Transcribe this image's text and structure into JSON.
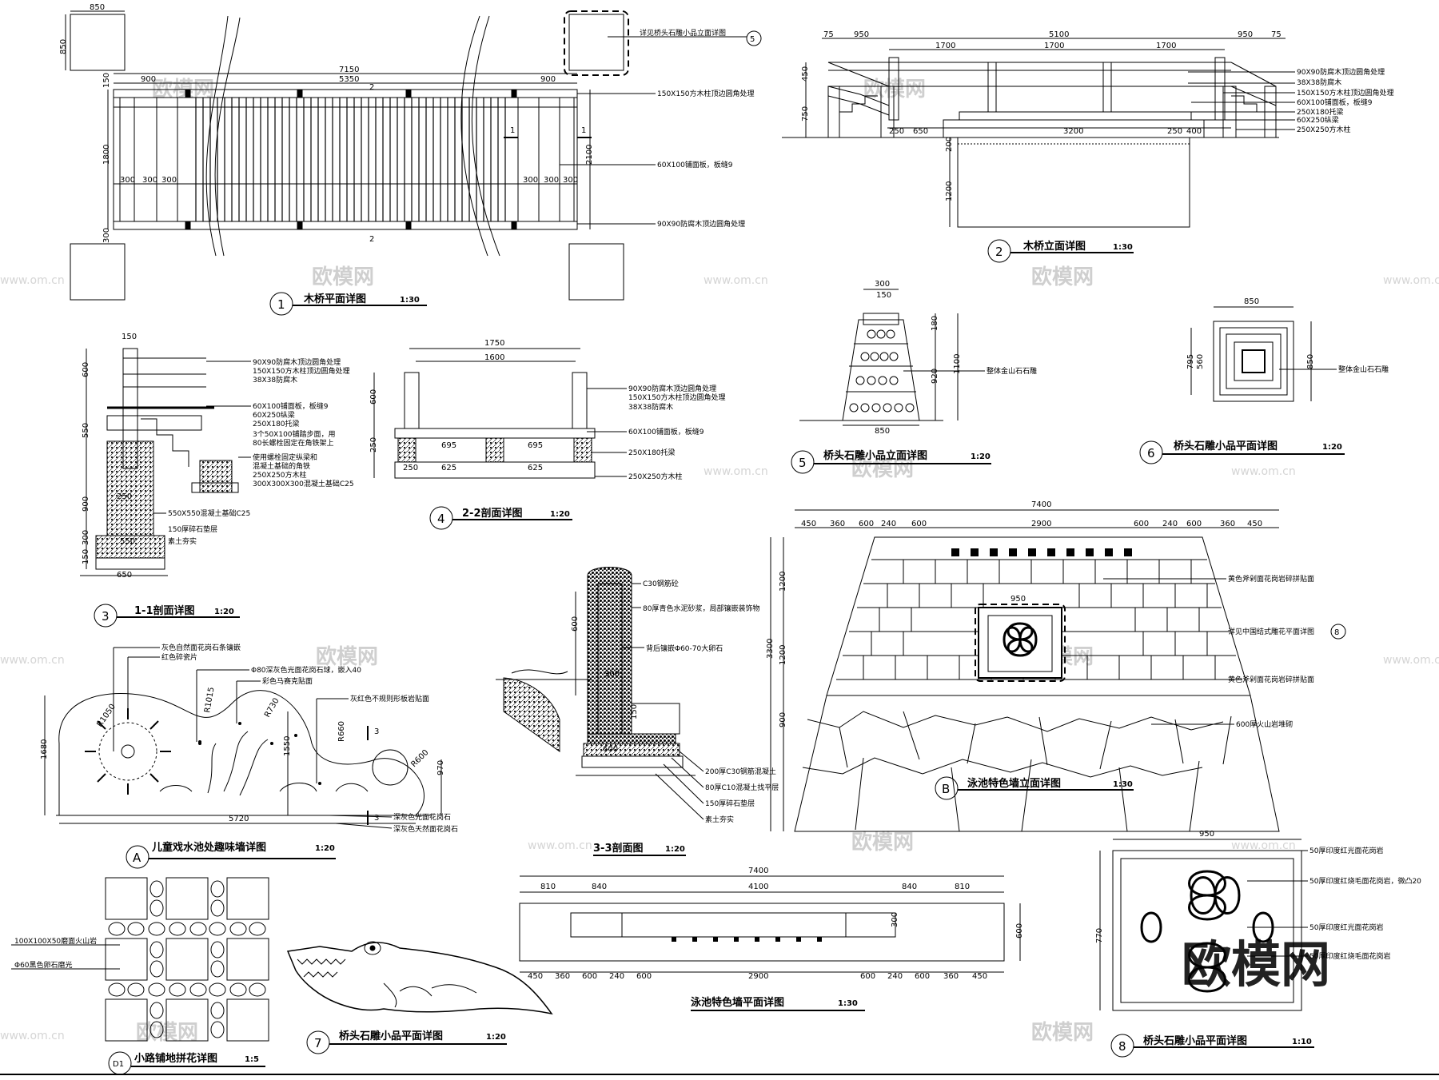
{
  "drawing": {
    "titles": {
      "t1": {
        "num": "1",
        "name": "木桥平面详图",
        "scale": "1:30"
      },
      "t2": {
        "num": "2",
        "name": "木桥立面详图",
        "scale": "1:30"
      },
      "t3": {
        "num": "3",
        "name": "1-1剖面详图",
        "scale": "1:20"
      },
      "t4": {
        "num": "4",
        "name": "2-2剖面详图",
        "scale": "1:20"
      },
      "t5": {
        "num": "5",
        "name": "桥头石雕小品立面详图",
        "scale": "1:20"
      },
      "t6": {
        "num": "6",
        "name": "桥头石雕小品平面详图",
        "scale": "1:20"
      },
      "t7": {
        "num": "7",
        "name": "桥头石雕小品平面详图",
        "scale": "1:20"
      },
      "t8": {
        "num": "8",
        "name": "桥头石雕小品平面详图",
        "scale": "1:10"
      },
      "tA": {
        "num": "A",
        "name": "儿童戏水池处趣味墙详图",
        "scale": "1:20"
      },
      "tB": {
        "num": "B",
        "name": "泳池特色墙立面详图",
        "scale": "1:30"
      },
      "t33": {
        "name": "3-3剖面图",
        "scale": "1:20"
      },
      "tWall": {
        "name": "泳池特色墙平面详图",
        "scale": "1:30"
      },
      "tD1": {
        "num": "D1",
        "name": "小路铺地拼花详图",
        "scale": "1:5"
      }
    },
    "plan1": {
      "dims": {
        "top850": "850",
        "side850": "850",
        "d7150": "7150",
        "d5350": "5350",
        "d900a": "900",
        "d900b": "900",
        "d1800": "1800",
        "d2100": "2100",
        "d150": "150",
        "d300": "300",
        "s300": "300",
        "sec2": "2",
        "sec1": "1",
        "callout": "5"
      },
      "notes": [
        "详见桥头石雕小品立面详图",
        "150X150方木柱顶边圆角处理",
        "60X100铺面板，板缝9",
        "90X90防腐木顶边圆角处理"
      ]
    },
    "elev2": {
      "dims": {
        "d75a": "75",
        "d950a": "950",
        "d5100": "5100",
        "d950b": "950",
        "d75b": "75",
        "d1700a": "1700",
        "d1700b": "1700",
        "d1700c": "1700",
        "d450": "450",
        "d750": "750",
        "d250a": "250",
        "d650": "650",
        "d3200": "3200",
        "d250b": "250",
        "d400": "400",
        "d200": "200",
        "d1200": "1200"
      },
      "notes": [
        "90X90防腐木顶边圆角处理",
        "38X38防腐木",
        "150X150方木柱顶边圆角处理",
        "60X100铺面板，板缝9",
        "250X180托梁",
        "60X250纵梁",
        "250X250方木柱"
      ]
    },
    "sec3": {
      "dims": {
        "d150": "150",
        "d600": "600",
        "d550": "550",
        "d900": "900",
        "d300": "300",
        "d150b": "150",
        "d550b": "550",
        "d650": "650",
        "d250": "250"
      },
      "notes": [
        "90X90防腐木顶边圆角处理",
        "150X150方木柱顶边圆角处理",
        "38X38防腐木",
        "60X100铺面板，板缝9",
        "60X250纵梁",
        "250X180托梁",
        "3个50X100铺踏步面，用",
        "80长螺栓固定在角铁架上",
        "使用螺栓固定纵梁和",
        "混凝土基础的角铁",
        "250X250方木柱",
        "300X300X300混凝土基础C25",
        "550X550混凝土基础C25",
        "150厚碎石垫层",
        "素土夯实"
      ]
    },
    "sec4": {
      "dims": {
        "d1750": "1750",
        "d1600": "1600",
        "d600": "600",
        "d250": "250",
        "d695a": "695",
        "d695b": "695",
        "d625a": "625",
        "d625b": "625",
        "d250b": "250"
      },
      "notes": [
        "90X90防腐木顶边圆角处理",
        "150X150方木柱顶边圆角处理",
        "38X38防腐木",
        "60X100铺面板，板缝9",
        "250X180托梁",
        "250X250方木柱"
      ]
    },
    "elev5": {
      "dims": {
        "d300": "300",
        "d150": "150",
        "d180": "180",
        "d920": "920",
        "d1100": "1100",
        "d850": "850"
      },
      "notes": [
        "整体金山石石雕"
      ]
    },
    "plan6": {
      "dims": {
        "d850": "850",
        "d850v": "850",
        "d795": "795",
        "d560": "560"
      },
      "notes": [
        "整体金山石石雕"
      ]
    },
    "wallA": {
      "dims": {
        "d1680": "1680",
        "d5720": "5720",
        "d970": "970",
        "d1550": "1550",
        "r1050": "R1050",
        "r1015": "R1015",
        "r730": "R730",
        "r660": "R660",
        "r600": "R600",
        "sec3": "3"
      },
      "notes": [
        "灰色自然面花岗石条镶嵌",
        "红色碎瓷片",
        "Φ80深灰色光面花岗石球，嵌入40",
        "彩色马赛克贴面",
        "灰红色不规则形板岩贴面",
        "深灰色光面花岗石",
        "深灰色天然面花岗石"
      ]
    },
    "sec33": {
      "dims": {
        "d600": "600",
        "d300": "300",
        "d150": "150"
      },
      "notes": [
        "C30钢筋砼",
        "80厚青色水泥砂浆，局部镶嵌装饰物",
        "背后镶嵌Φ60-70大卵石",
        "200厚C30钢筋混凝土",
        "80厚C10混凝土找平层",
        "150厚碎石垫层",
        "素土夯实"
      ]
    },
    "wallB": {
      "dims": {
        "d7400": "7400",
        "d2900": "2900",
        "d1200a": "1200",
        "d1200b": "1200",
        "d3300": "3300",
        "d900": "900",
        "d950": "950",
        "d450": "450",
        "d360": "360",
        "d600": "600",
        "d240": "240",
        "callout": "8"
      },
      "notes": [
        "黄色斧剁面花岗岩碎拼贴面",
        "详见中国结式雕花平面详图",
        "黄色斧剁面花岗岩碎拼贴面",
        "600厚火山岩堆砌"
      ]
    },
    "wallPlan": {
      "dims": {
        "d7400": "7400",
        "d810a": "810",
        "d840a": "840",
        "d4100": "4100",
        "d840b": "840",
        "d810b": "810",
        "d600": "600",
        "d300": "300",
        "d2900": "2900"
      },
      "row": [
        "450",
        "360",
        "600",
        "240",
        "600",
        "600",
        "240",
        "600",
        "360",
        "450"
      ]
    },
    "plan8": {
      "dims": {
        "d950": "950",
        "d770": "770"
      },
      "notes": [
        "50厚印度红光面花岗岩",
        "50厚印度红烧毛面花岗岩，微凸20",
        "50厚印度红光面花岗岩",
        "50厚印度红烧毛面花岗岩"
      ]
    },
    "paveD1": {
      "notes": [
        "100X100X50磨面火山岩",
        "Φ60黑色卵石磨光"
      ]
    },
    "watermarks": {
      "brand": "欧模网",
      "domain": "www.om.cn"
    }
  }
}
